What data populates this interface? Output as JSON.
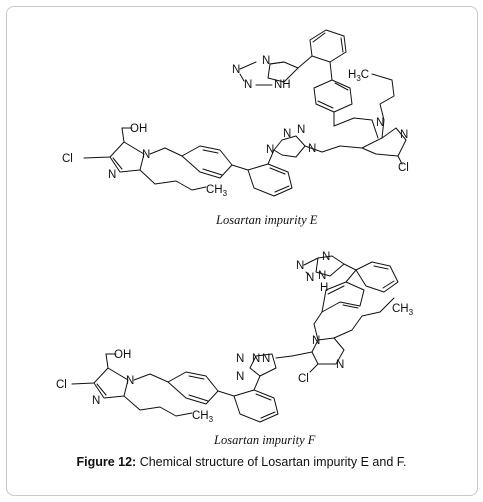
{
  "structure_e": {
    "label": "Losartan impurity E",
    "atoms": {
      "oh": "OH",
      "cl1": "Cl",
      "n1": "N",
      "n2": "N",
      "ch3": "CH",
      "ch3_sub": "3",
      "h3c": "H",
      "h3c_sub": "3",
      "h3c_c": "C",
      "cl2": "Cl",
      "n3": "N",
      "n4": "N",
      "tz_n1": "N",
      "tz_n2": "N",
      "tz_n3": "N",
      "tz_nh": "NH",
      "ttz_n1": "N",
      "ttz_n2": "N",
      "ttz_n3": "N",
      "ttz_n4": "N"
    }
  },
  "structure_f": {
    "label": "Losartan impurity F",
    "atoms": {
      "oh": "OH",
      "cl1": "Cl",
      "n1": "N",
      "n2": "N",
      "ch3": "CH",
      "ch3_sub": "3",
      "ch3b": "CH",
      "ch3b_sub": "3",
      "cl2": "Cl",
      "n3": "N",
      "n4": "N",
      "tz_n1": "N",
      "tz_n2": "N",
      "tz_n3": "N",
      "tz_nh": "N",
      "tz_h": "H",
      "ttz_n1": "N",
      "ttz_n2": "N",
      "ttz_n3": "N",
      "ttz_n4": "N"
    }
  },
  "caption": {
    "prefix": "Figure 12:",
    "text": " Chemical structure of Losartan impurity E and F."
  }
}
